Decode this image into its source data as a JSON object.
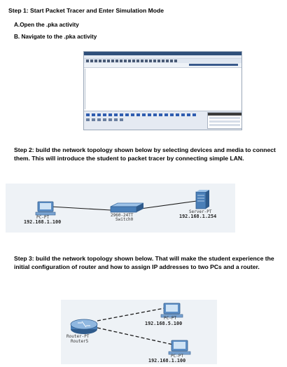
{
  "step1": {
    "heading": "Step 1: Start Packet Tracer and Enter Simulation Mode",
    "item_a": "A.Open the .pka activity",
    "item_b": "B. Navigate to the .pka activity"
  },
  "step2": {
    "text": "Step 2: build the network topology shown below by selecting devices and media to connect them. This will introduce the student to packet tracer by connecting simple LAN.",
    "pc": {
      "type": "PC-PT",
      "ip": "192.168.1.100"
    },
    "switch": {
      "model": "2960-24TT",
      "name": "Switch0"
    },
    "server": {
      "type": "Server-PT",
      "ip": "192.168.1.254"
    }
  },
  "step3": {
    "text": "Step 3: build the network topology shown below. That will make the student experience the initial configuration of router and how to assign IP addresses to two PCs and a router.",
    "router": {
      "type": "Router-PT",
      "name": "Router5"
    },
    "pc_top": {
      "type": "PC-PT",
      "ip": "192.168.5.100"
    },
    "pc_bottom": {
      "type": "PC-PT",
      "ip": "192.168.1.100"
    }
  },
  "colors": {
    "cable_solid": "#1a1a1a",
    "cable_dashed": "#1a1a1a",
    "device_blue": "#4a7fb8",
    "topology_bg": "#eef2f6"
  }
}
